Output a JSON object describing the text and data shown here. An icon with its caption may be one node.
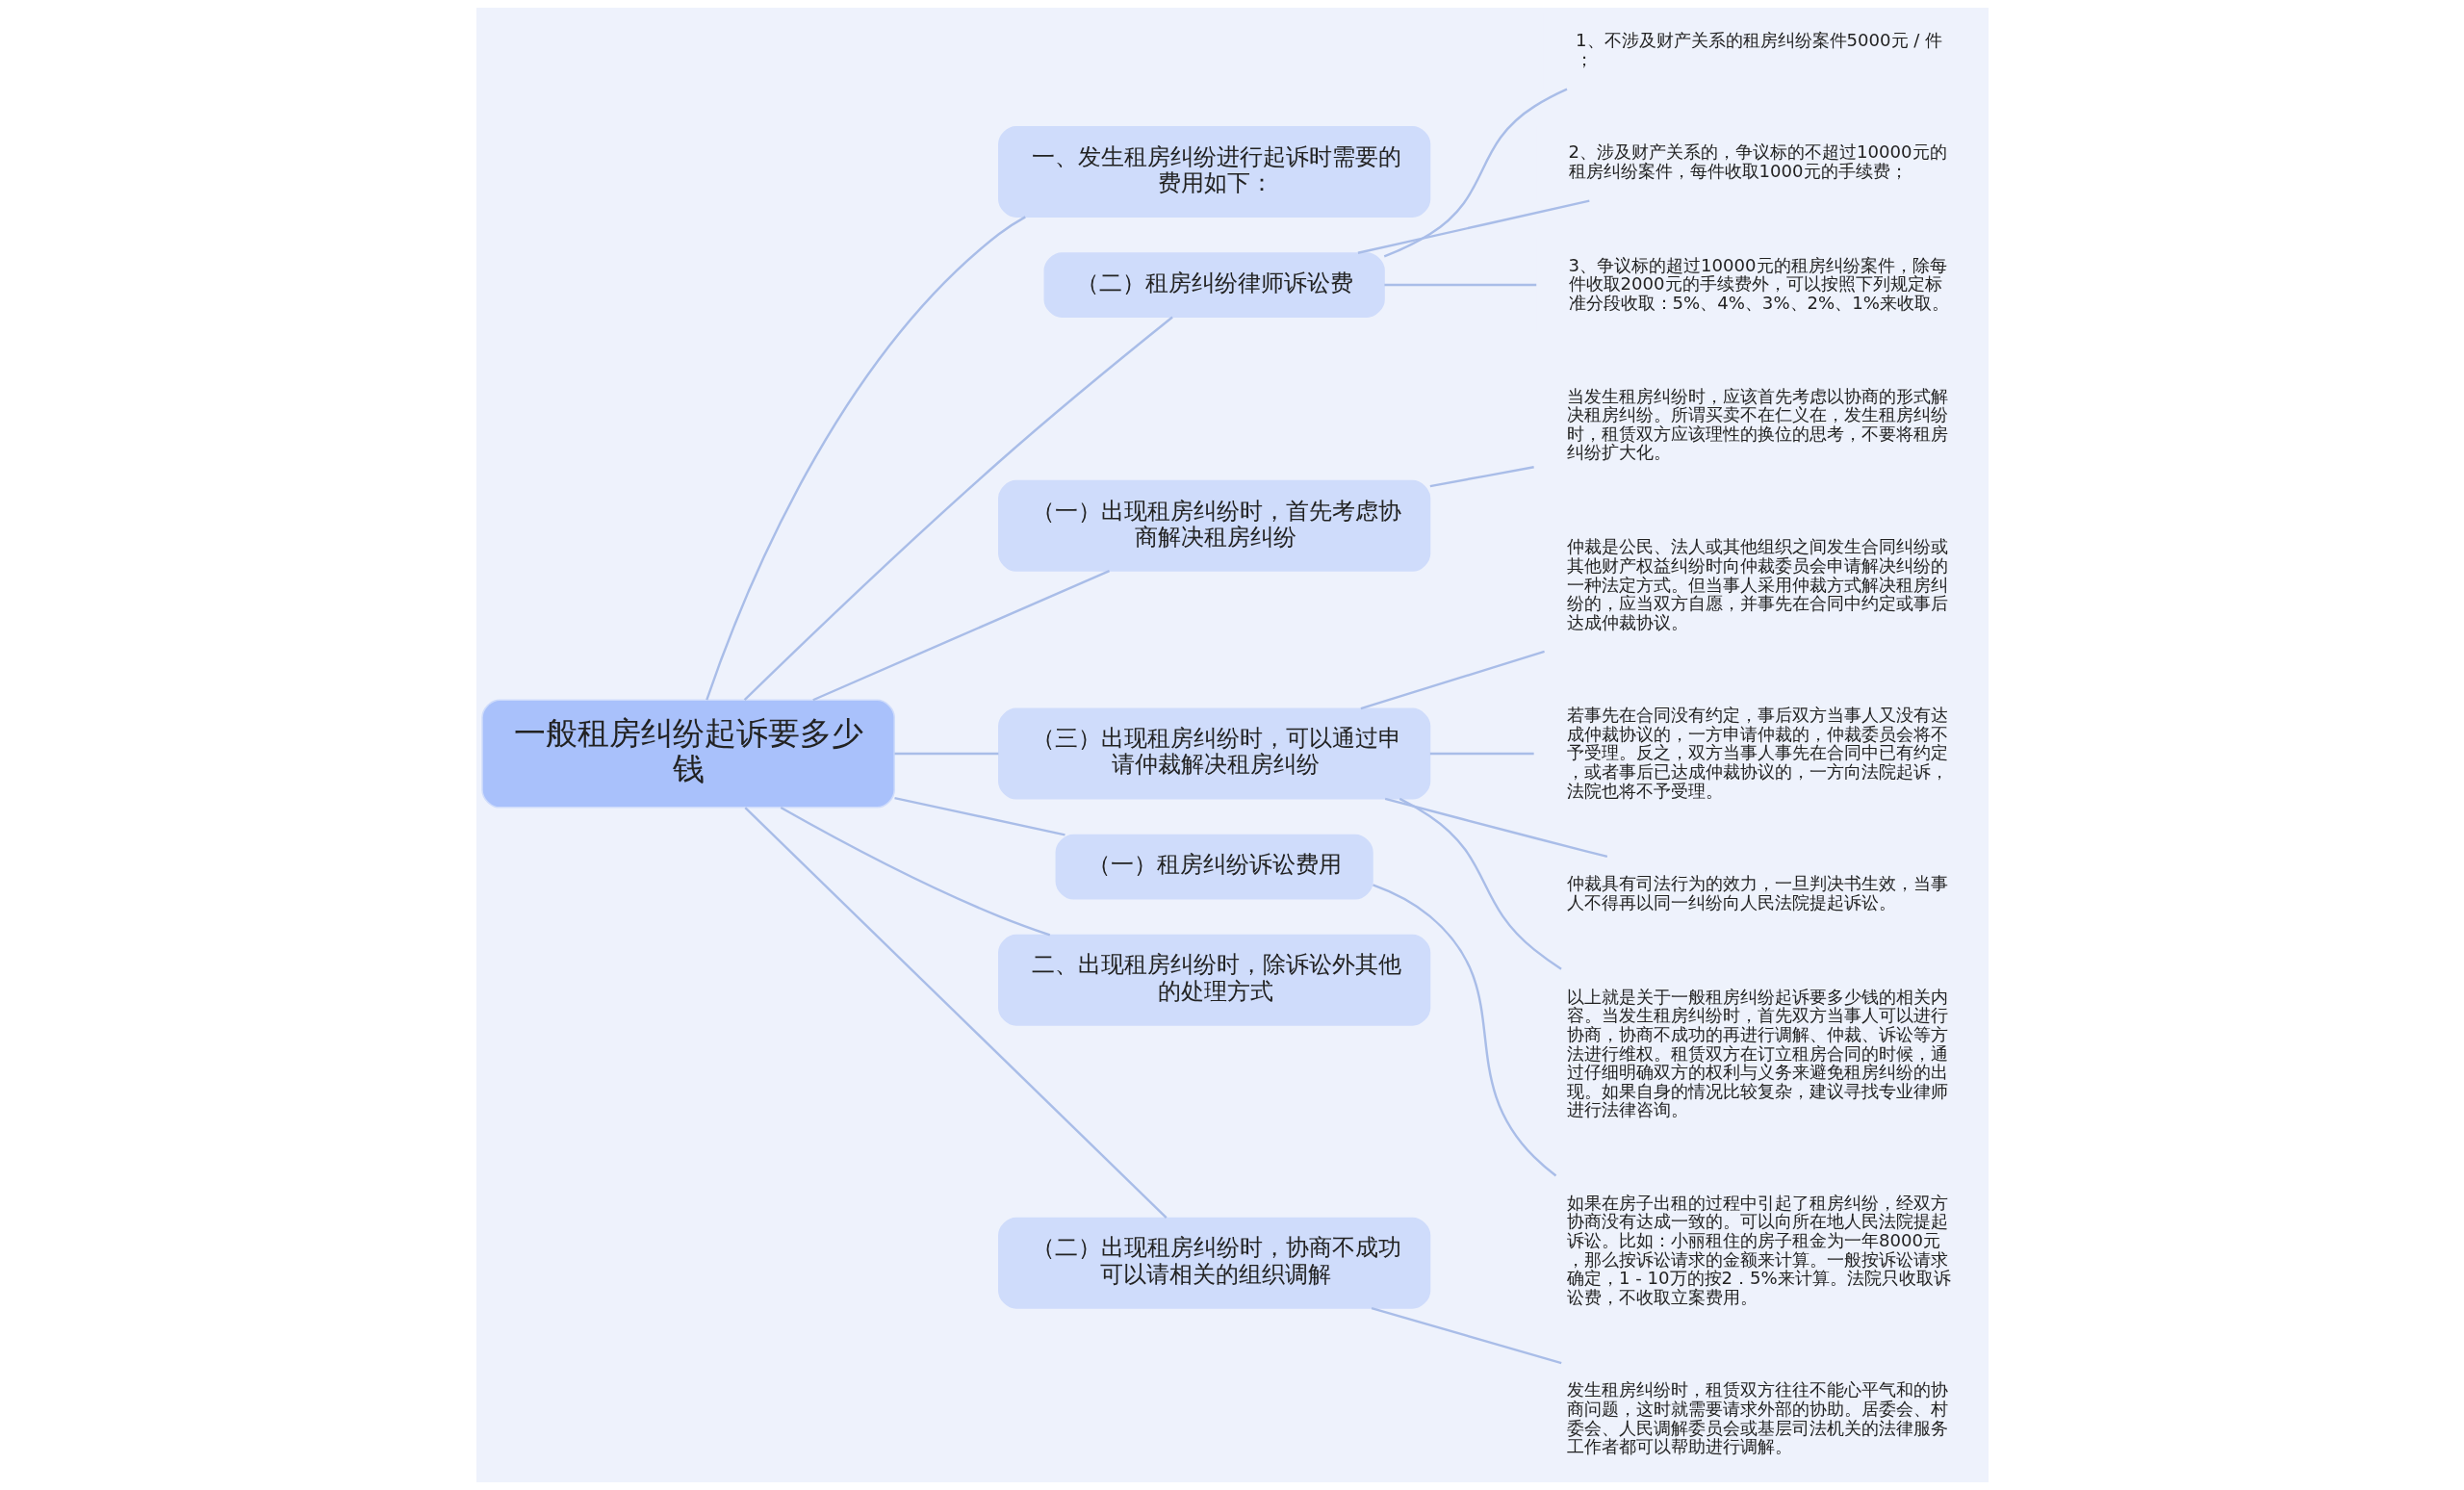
{
  "diagram": {
    "nodes": [
      {
        "text": [
          "一般租房纠纷起诉要多少钱"
        ]
      },
      {
        "text": [
          "一、发生租房纠纷进行起诉时需要的费用如下："
        ]
      },
      {
        "text": [
          "（二）租房纠纷律师诉讼费"
        ]
      },
      {
        "text": [
          "1、不涉及财产关系的租房纠纷案件5000元 / 件；"
        ]
      },
      {
        "text": [
          "2、涉及财产关系的，争议标的不超过10000元的租房纠纷案件，每件收取1000元的手续费；"
        ]
      },
      {
        "text": [
          "3、争议标的超过10000元的租房纠纷案件，除每件收取2000元的手续费外，可以按照下列规定标准分段收取：5%、4%、3%、2%、1%来收取。"
        ]
      },
      {
        "text": [
          "（一）出现租房纠纷时，首先考虑协商解决租房纠纷"
        ]
      },
      {
        "text": [
          "当发生租房纠纷时，应该首先考虑以协商的形式解决租房纠纷。所谓买卖不在仁义在，发生租房纠纷时，租赁双方应该理性的换位的思考，不要将租房纠纷扩大化。"
        ]
      },
      {
        "text": [
          "（三）出现租房纠纷时，可以通过申请仲裁解决租房纠纷"
        ]
      },
      {
        "text": [
          "仲裁是公民、法人或其他组织之间发生合同纠纷或其他财产权益纠纷时向仲裁委员会申请解决纠纷的一种法定方式。但当事人采用仲裁方式解决租房纠纷的，应当双方自愿，并事先在合同中约定或事后达成仲裁协议。"
        ]
      },
      {
        "text": [
          "若事先在合同没有约定，事后双方当事人又没有达成仲裁协议的，一方申请仲裁的，仲裁委员会将不予受理。反之，双方当事人事先在合同中已有约定，或者事后已达成仲裁协议的，一方向法院起诉，法院也将不予受理。"
        ]
      },
      {
        "text": [
          "仲裁具有司法行为的效力，一旦判决书生效，当事人不得再以同一纠纷向人民法院提起诉讼。"
        ]
      },
      {
        "text": [
          "以上就是关于一般租房纠纷起诉要多少钱的相关内容。当发生租房纠纷时，首先双方当事人可以进行协商，协商不成功的再进行调解、仲裁、诉讼等方法进行维权。租赁双方在订立租房合同的时候，通过仔细明确双方的权利与义务来避免租房纠纷的出现。如果自身的情况比较复杂，建议寻找专业律师进行法律咨询。"
        ]
      },
      {
        "text": [
          "（一）租房纠纷诉讼费用"
        ]
      },
      {
        "text": [
          "如果在房子出租的过程中引起了租房纠纷，经双方协商没有达成一致的。可以向所在地人民法院提起诉讼。比如：小丽租住的房子租金为一年8000元，那么按诉讼请求的金额来计算。一般按诉讼请求确定，1 - 10万的按2．5%来计算。法院只收取诉讼费，不收取立案费用。"
        ]
      },
      {
        "text": [
          "二、出现租房纠纷时，除诉讼外其他的处理方式"
        ]
      },
      {
        "text": [
          "（二）出现租房纠纷时，协商不成功可以请相关的组织调解"
        ]
      },
      {
        "text": [
          "发生租房纠纷时，租赁双方往往不能心平气和的协商问题，这时就需要请求外部的协助。居委会、村委会、人民调解委员会或基层司法机关的法律服务工作者都可以帮助进行调解。"
        ]
      }
    ],
    "edges": [
      {
        "from": 0,
        "to": 1,
        "arrow": "none"
      },
      {
        "from": 0,
        "to": 2,
        "arrow": "none"
      },
      {
        "from": 2,
        "to": 3,
        "arrow": "none"
      },
      {
        "from": 2,
        "to": 4,
        "arrow": "none"
      },
      {
        "from": 2,
        "to": 5,
        "arrow": "none"
      },
      {
        "from": 0,
        "to": 6,
        "arrow": "none"
      },
      {
        "from": 6,
        "to": 7,
        "arrow": "none"
      },
      {
        "from": 0,
        "to": 8,
        "arrow": "none"
      },
      {
        "from": 8,
        "to": 9,
        "arrow": "none"
      },
      {
        "from": 8,
        "to": 10,
        "arrow": "none"
      },
      {
        "from": 8,
        "to": 11,
        "arrow": "none"
      },
      {
        "from": 8,
        "to": 12,
        "arrow": "none"
      },
      {
        "from": 0,
        "to": 13,
        "arrow": "none"
      },
      {
        "from": 13,
        "to": 14,
        "arrow": "none"
      },
      {
        "from": 0,
        "to": 15,
        "arrow": "none"
      },
      {
        "from": 0,
        "to": 16,
        "arrow": "none"
      },
      {
        "from": 16,
        "to": 17,
        "arrow": "none"
      }
    ]
  }
}
